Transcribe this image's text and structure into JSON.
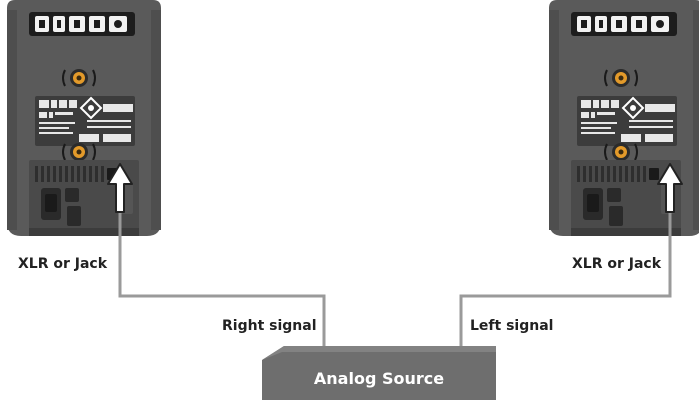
{
  "labels": {
    "xlr_left": "XLR or Jack",
    "xlr_right": "XLR or Jack",
    "right_signal": "Right signal",
    "left_signal": "Left signal",
    "source": "Analog Source"
  },
  "colors": {
    "speaker_body": "#5a5a5a",
    "speaker_dark": "#3c3c3c",
    "source_box": "#6e6e6e",
    "cable": "#9a9a9a",
    "port_orange": "#e39a2a"
  },
  "icons": {
    "speaker": "studio-monitor-rear-panel-icon",
    "arrow": "up-arrow-icon"
  }
}
